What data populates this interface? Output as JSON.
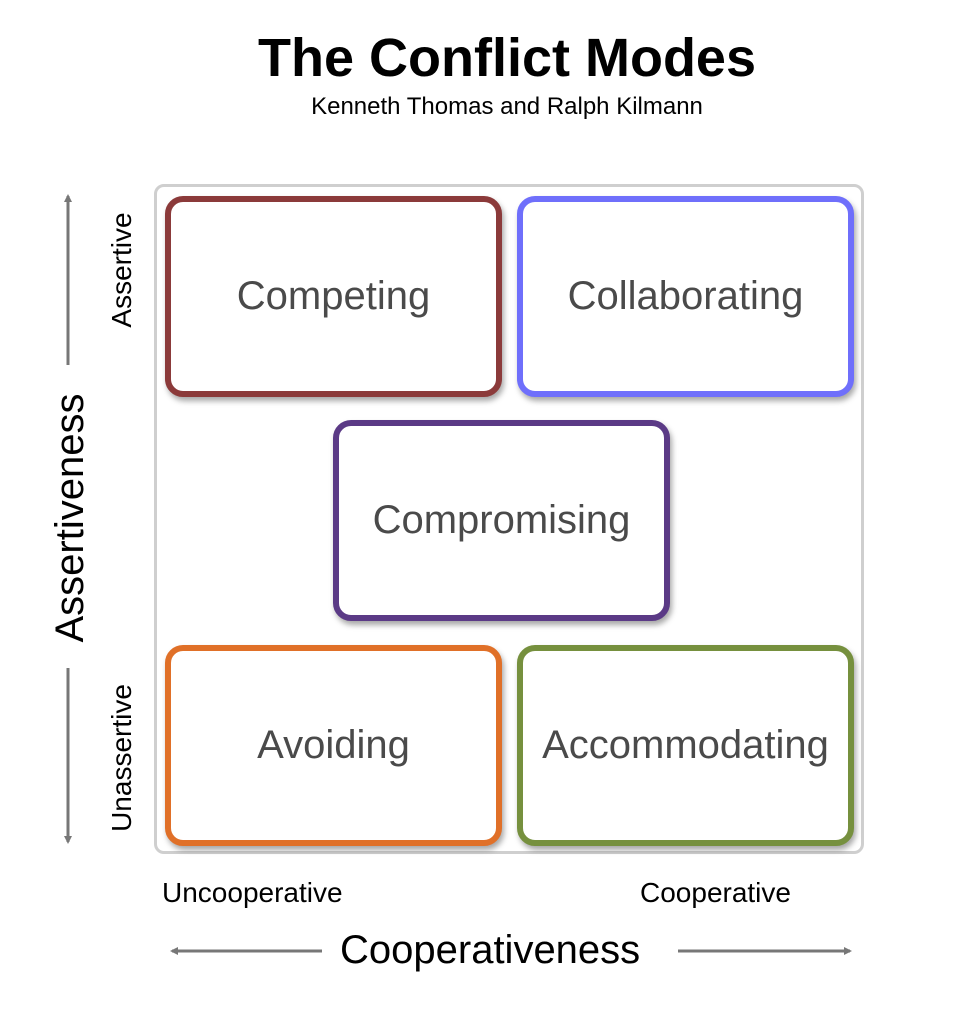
{
  "title": "The Conflict Modes",
  "subtitle": "Kenneth Thomas and Ralph Kilmann",
  "y_axis": {
    "title": "Assertiveness",
    "high_label": "Assertive",
    "low_label": "Unassertive"
  },
  "x_axis": {
    "title": "Cooperativeness",
    "low_label": "Uncooperative",
    "high_label": "Cooperative"
  },
  "modes": [
    {
      "label": "Competing",
      "color": "#8b3a3a"
    },
    {
      "label": "Collaborating",
      "color": "#6f6ffb"
    },
    {
      "label": "Compromising",
      "color": "#5b3a86"
    },
    {
      "label": "Avoiding",
      "color": "#e07028"
    },
    {
      "label": "Accommodating",
      "color": "#76903e"
    }
  ],
  "colors": {
    "frame": "#cfcfcf",
    "arrow": "#777777",
    "mode_text": "#4a4a4a"
  }
}
